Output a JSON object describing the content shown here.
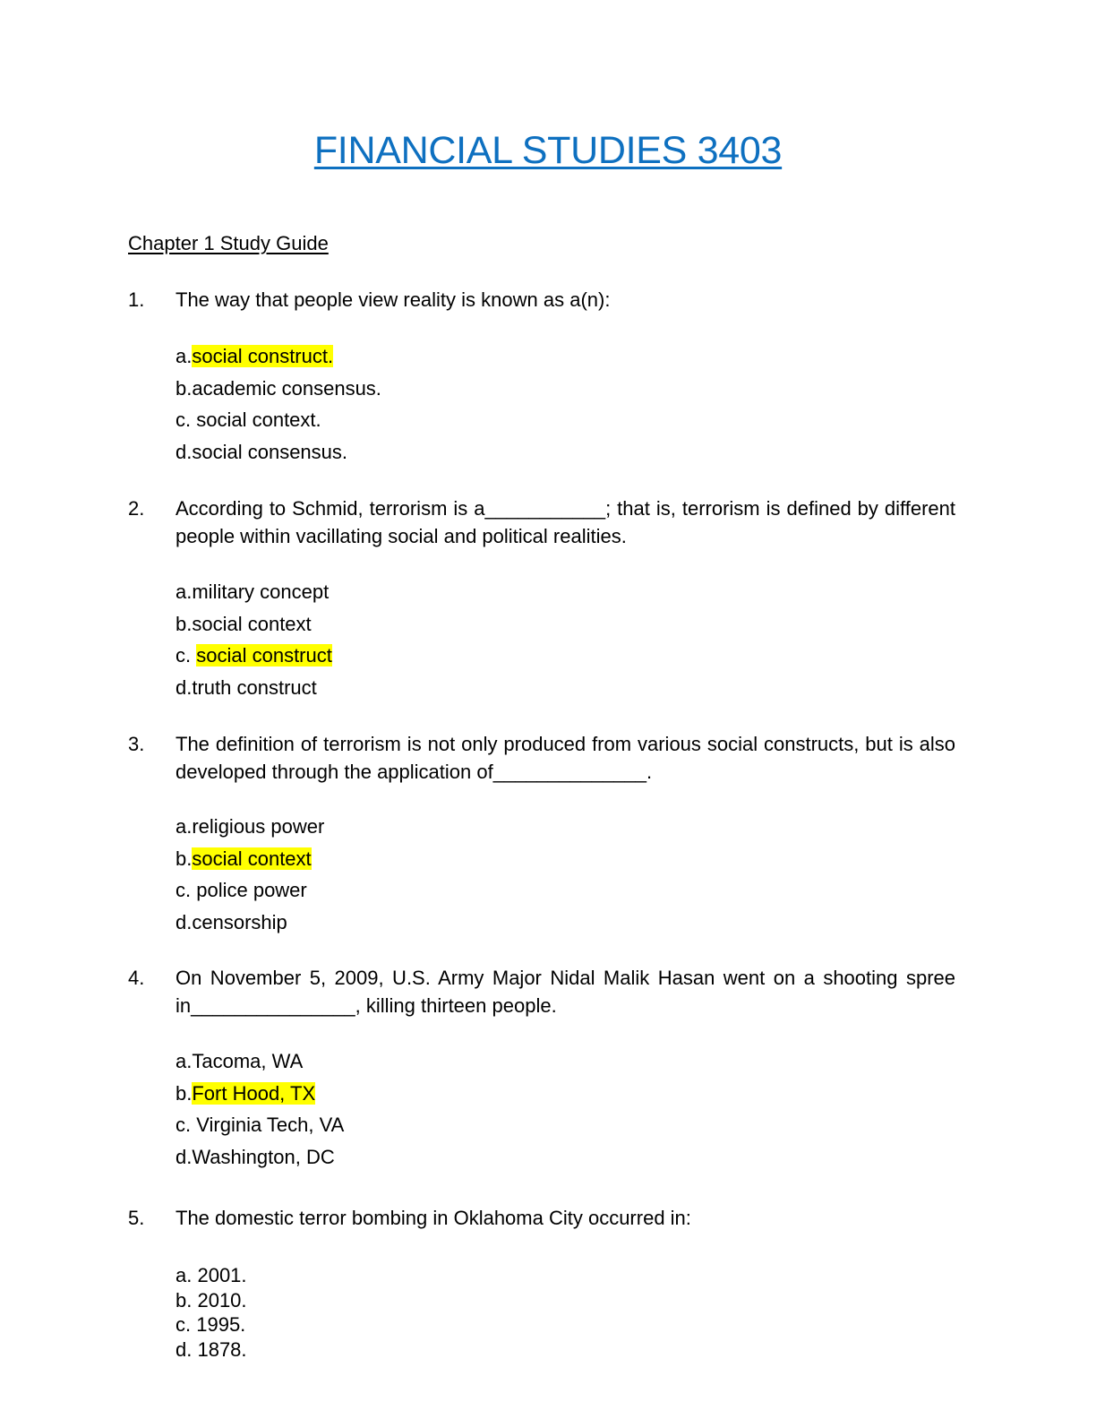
{
  "document": {
    "title": "FINANCIAL STUDIES 3403",
    "subtitle": "Chapter 1 Study Guide"
  },
  "questions": [
    {
      "number": "1.",
      "text": "The way that people view reality is known as a(n):",
      "options": [
        {
          "letter": "a.",
          "text": "social construct.",
          "highlighted": true
        },
        {
          "letter": "b.",
          "text": "academic consensus.",
          "highlighted": false
        },
        {
          "letter": "c. ",
          "text": "social context.",
          "highlighted": false
        },
        {
          "letter": "d.",
          "text": "social consensus.",
          "highlighted": false
        }
      ]
    },
    {
      "number": "2.",
      "text": "According to Schmid, terrorism is a___________; that is, terrorism is defined by different people within vacillating social and political realities.",
      "options": [
        {
          "letter": "a.",
          "text": "military concept",
          "highlighted": false
        },
        {
          "letter": "b.",
          "text": "social context",
          "highlighted": false
        },
        {
          "letter": "c. ",
          "text": "social construct",
          "highlighted": true
        },
        {
          "letter": "d.",
          "text": "truth construct",
          "highlighted": false
        }
      ]
    },
    {
      "number": "3.",
      "text": "The definition of terrorism is not only produced from various social constructs, but is also developed through the application of______________.",
      "options": [
        {
          "letter": "a.",
          "text": "religious power",
          "highlighted": false
        },
        {
          "letter": "b.",
          "text": "social context",
          "highlighted": true
        },
        {
          "letter": "c. ",
          "text": "police power",
          "highlighted": false
        },
        {
          "letter": "d.",
          "text": "censorship",
          "highlighted": false
        }
      ]
    },
    {
      "number": "4.",
      "text": "On November 5, 2009, U.S. Army Major Nidal Malik Hasan went on a shooting spree in_______________, killing thirteen people.",
      "options": [
        {
          "letter": "a.",
          "text": "Tacoma, WA",
          "highlighted": false
        },
        {
          "letter": "b.",
          "text": "Fort Hood, TX",
          "highlighted": true
        },
        {
          "letter": "c. ",
          "text": "Virginia Tech, VA",
          "highlighted": false
        },
        {
          "letter": "d.",
          "text": "Washington, DC",
          "highlighted": false
        }
      ]
    },
    {
      "number": "5.",
      "text": "The domestic terror bombing in Oklahoma City occurred in:",
      "options": [
        {
          "letter": "a. ",
          "text": "2001.",
          "highlighted": false
        },
        {
          "letter": "b. ",
          "text": "2010.",
          "highlighted": false
        },
        {
          "letter": "c. ",
          "text": "1995.",
          "highlighted": false
        },
        {
          "letter": "d. ",
          "text": "1878.",
          "highlighted": false
        }
      ]
    }
  ]
}
